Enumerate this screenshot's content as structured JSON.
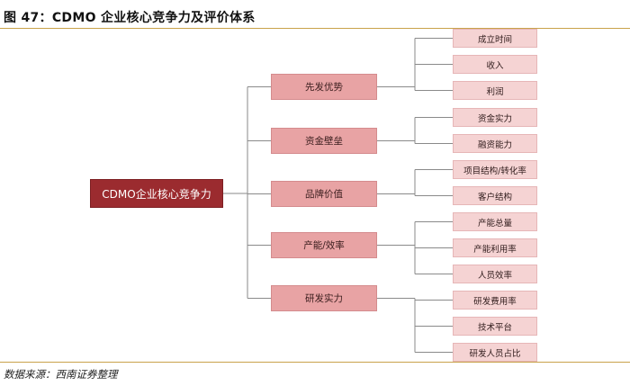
{
  "title": "图 47：CDMO 企业核心竞争力及评价体系",
  "root": "CDMO企业核心竞争力",
  "branches": [
    {
      "label": "先发优势",
      "leaves": [
        "成立时间",
        "收入",
        "利润"
      ]
    },
    {
      "label": "资金壁垒",
      "leaves": [
        "资金实力",
        "融资能力"
      ]
    },
    {
      "label": "品牌价值",
      "leaves": [
        "项目结构/转化率",
        "客户结构"
      ]
    },
    {
      "label": "产能/效率",
      "leaves": [
        "产能总量",
        "产能利用率",
        "人员效率"
      ]
    },
    {
      "label": "研发实力",
      "leaves": [
        "研发费用率",
        "技术平台",
        "研发人员占比"
      ]
    }
  ],
  "source": "数据来源：西南证券整理",
  "colors": {
    "root_fill": "#9b2b2f",
    "branch_fill": "#e8a3a4",
    "leaf_fill": "#f5d3d3",
    "rule": "#c9a24a",
    "connector": "#8a8a8a"
  }
}
